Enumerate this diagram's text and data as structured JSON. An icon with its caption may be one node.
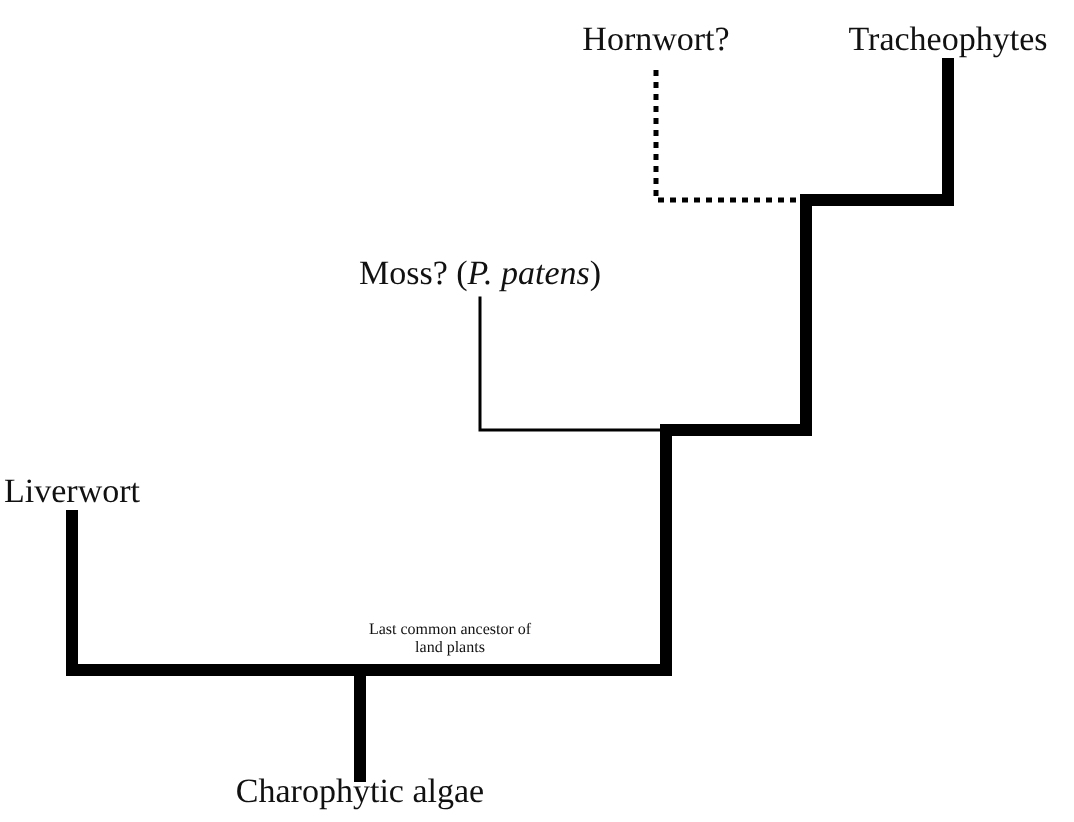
{
  "diagram": {
    "nodes": [
      {
        "text": [
          "Hornwort?"
        ]
      },
      {
        "text": [
          "Tracheophytes"
        ]
      },
      {
        "text": [
          "Moss? (*P. patens*)"
        ]
      },
      {
        "text": [
          "Liverwort"
        ]
      },
      {
        "text": [
          "Charophytic algae"
        ]
      }
    ],
    "edges": [
      {
        "from": 4,
        "to": 3,
        "arrow": "none",
        "style": "thick"
      },
      {
        "from": 4,
        "to": 2,
        "arrow": "none"
      },
      {
        "from": 4,
        "to": 0,
        "arrow": "none",
        "style": "dashed"
      },
      {
        "from": 4,
        "to": 1,
        "arrow": "none",
        "style": "thick"
      }
    ],
    "labels": [
      "Last common ancestor of land plants"
    ]
  }
}
